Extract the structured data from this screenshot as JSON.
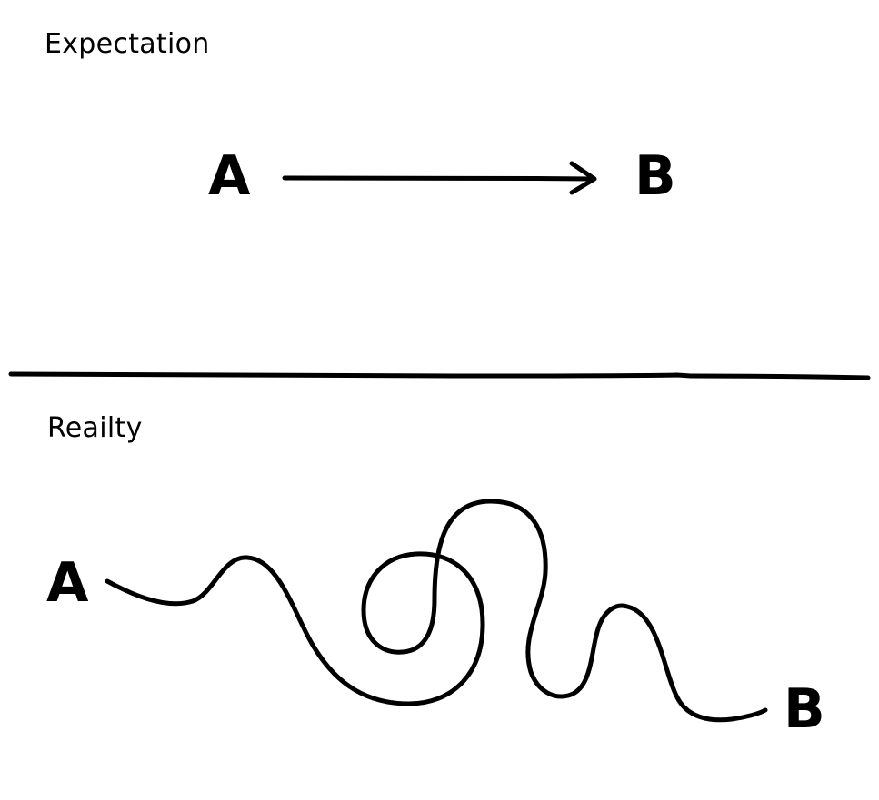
{
  "expectation": {
    "title": "Expectation",
    "start_label": "A",
    "end_label": "B"
  },
  "reality": {
    "title": "Reailty",
    "start_label": "A",
    "end_label": "B"
  },
  "colors": {
    "ink": "#000000",
    "background": "#ffffff"
  }
}
